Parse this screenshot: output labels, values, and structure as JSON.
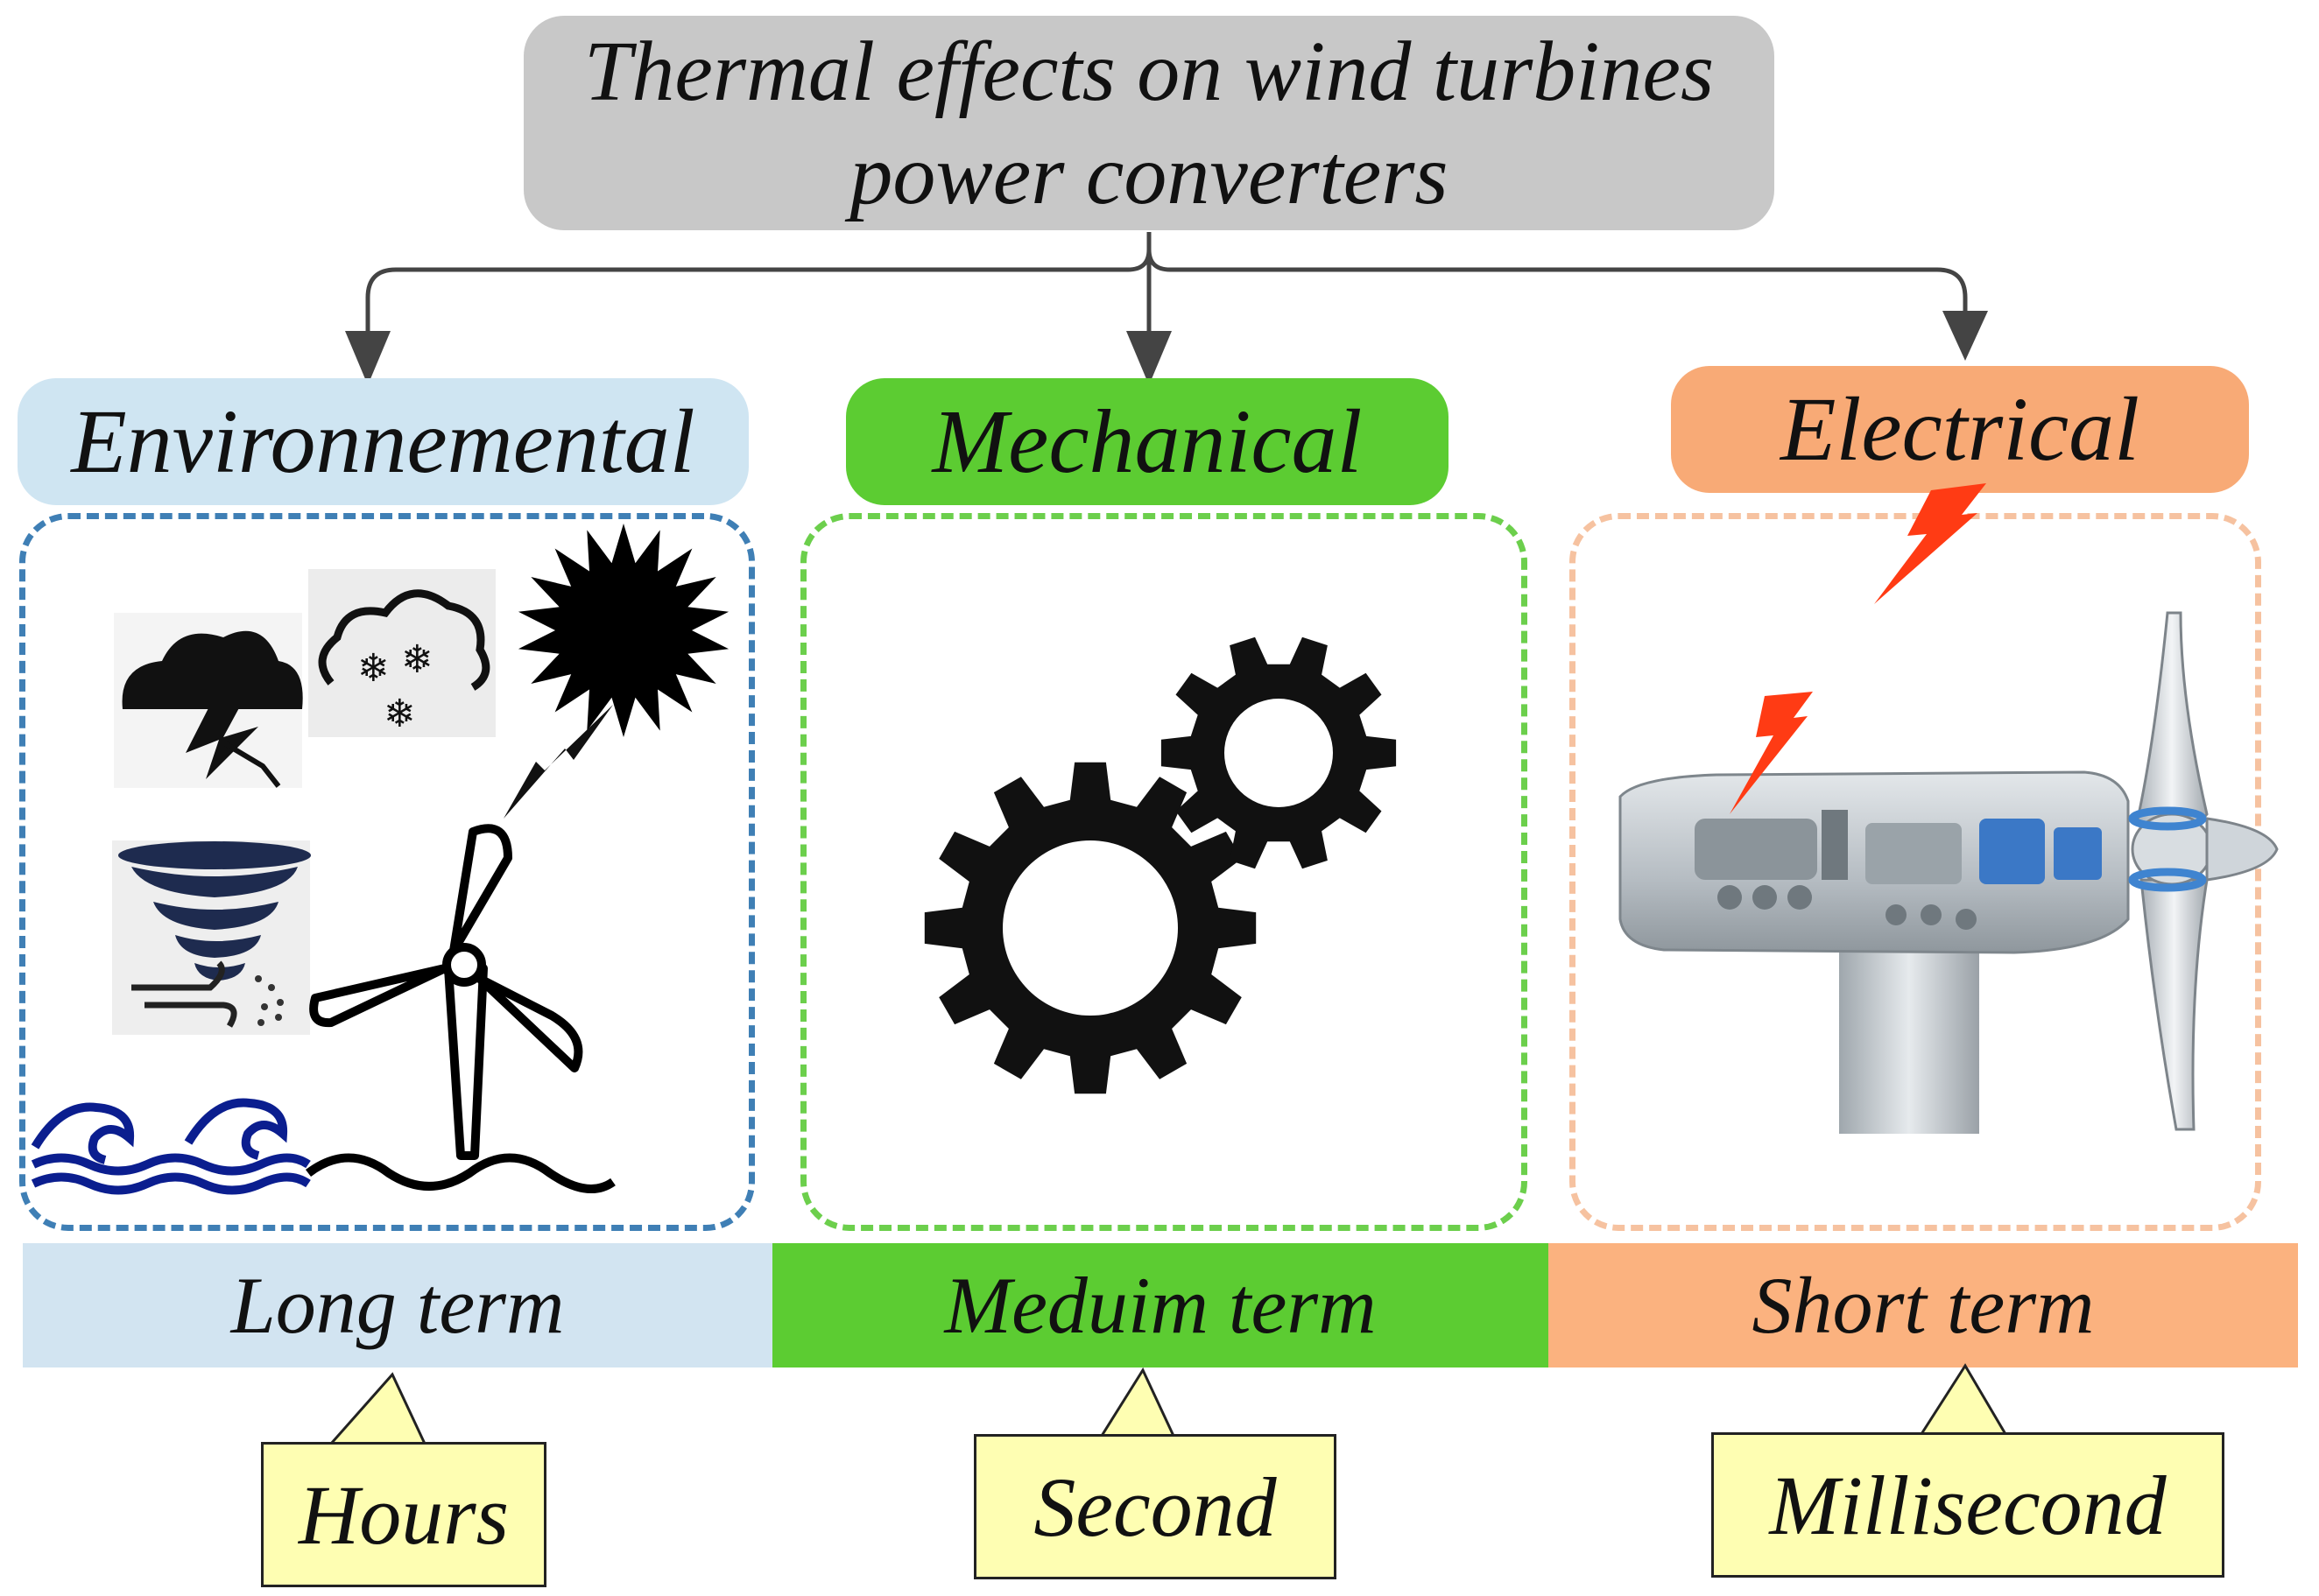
{
  "title": {
    "line1": "Thermal effects on wind turbines",
    "line2": "power converters"
  },
  "categories": {
    "environmental": "Environnemental",
    "mechanical": "Mechanical",
    "electrical": "Electrical"
  },
  "terms": {
    "long": "Long term",
    "medium": "Meduim term",
    "short": "Short term"
  },
  "timescales": {
    "long": "Hours",
    "medium": "Second",
    "short": "Millisecond"
  },
  "colors": {
    "title_box": "#c8c8c8",
    "environmental": "#cfe5f2",
    "mechanical": "#5ccc32",
    "electrical": "#f8aa76",
    "callout": "#fefeb2",
    "lightning": "#ff3b14"
  },
  "icons": {
    "environmental": [
      "storm-cloud-icon",
      "snow-cloud-icon",
      "sun-icon",
      "tornado-icon",
      "wind-turbine-icon",
      "waves-icon"
    ],
    "mechanical": [
      "gears-icon"
    ],
    "electrical": [
      "lightning-icon",
      "nacelle-icon"
    ]
  }
}
